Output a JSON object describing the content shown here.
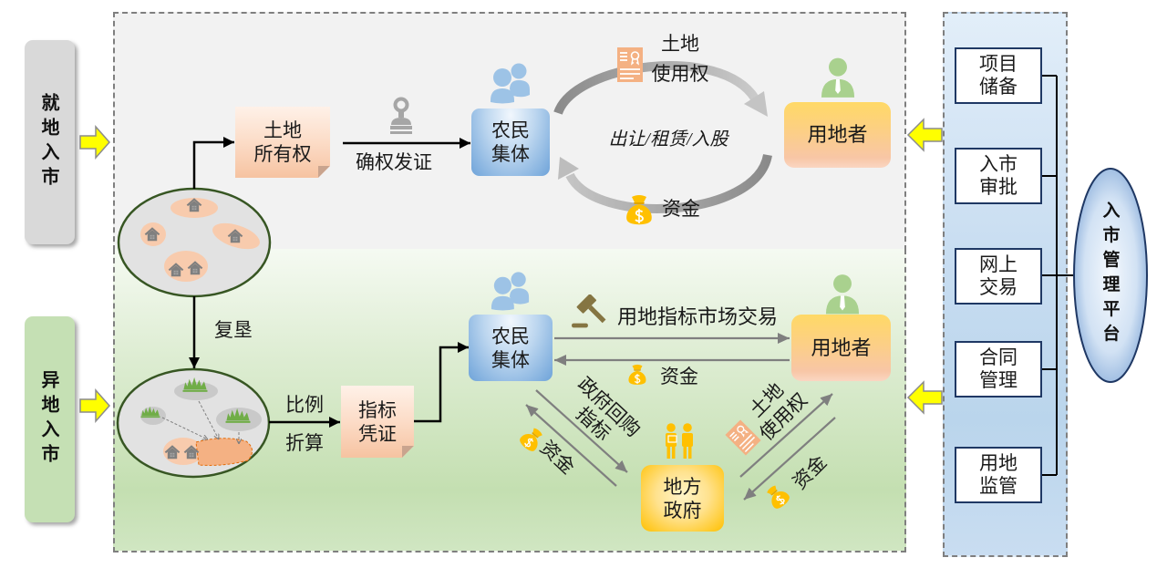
{
  "side_labels": {
    "local_market_entry": "就地入市",
    "remote_market_entry": "异地入市"
  },
  "local_section": {
    "land_ownership_box": {
      "line1": "土地",
      "line2": "所有权"
    },
    "confirm_rights_label": "确权发证",
    "collective_box": {
      "line1": "农民",
      "line2": "集体"
    },
    "land_use_right_label": {
      "line1": "土地",
      "line2": "使用权"
    },
    "transfer_modes_label": "出让/租赁/入股",
    "funds_label": "资金",
    "land_user_box": "用地者"
  },
  "remote_section": {
    "reclamation_label": "复垦",
    "ratio_label": {
      "line1": "比例",
      "line2": "折算"
    },
    "quota_certificate_box": {
      "line1": "指标",
      "line2": "凭证"
    },
    "collective_box": {
      "line1": "农民",
      "line2": "集体"
    },
    "market_trade_label": "用地指标市场交易",
    "funds_label": "资金",
    "land_user_box": "用地者",
    "gov_buyback_label": {
      "line1": "政府回购",
      "line2": "指标"
    },
    "gov_funds_label": "资金",
    "gov_land_use_right_label": {
      "line1": "土地",
      "line2": "使用权"
    },
    "user_funds_label": "资金",
    "local_government_box": {
      "line1": "地方",
      "line2": "政府"
    }
  },
  "management_platform": {
    "title": "入市管理平台",
    "modules": [
      {
        "line1": "项目",
        "line2": "储备"
      },
      {
        "line1": "入市",
        "line2": "审批"
      },
      {
        "line1": "网上",
        "line2": "交易"
      },
      {
        "line1": "合同",
        "line2": "管理"
      },
      {
        "line1": "用地",
        "line2": "监管"
      }
    ]
  },
  "icons": {
    "stamp": "stamp-icon",
    "people": "people-icon",
    "certificate": "certificate-icon",
    "money_bag": "money-bag-icon",
    "land_user": "person-icon",
    "gavel": "gavel-icon",
    "officials": "officials-icon",
    "house": "house-icon",
    "grass": "grass-icon"
  },
  "colors": {
    "local_region": "#f2f2f2",
    "remote_region": "#c5e0b4",
    "platform_panel": "#bdd7ee",
    "entry_arrow": "#ffff00",
    "collective": "#5b9bd5",
    "land_user": "#ffd966",
    "government": "#ffc000",
    "certificate": "#f4b183",
    "module_border": "#1f3864"
  }
}
